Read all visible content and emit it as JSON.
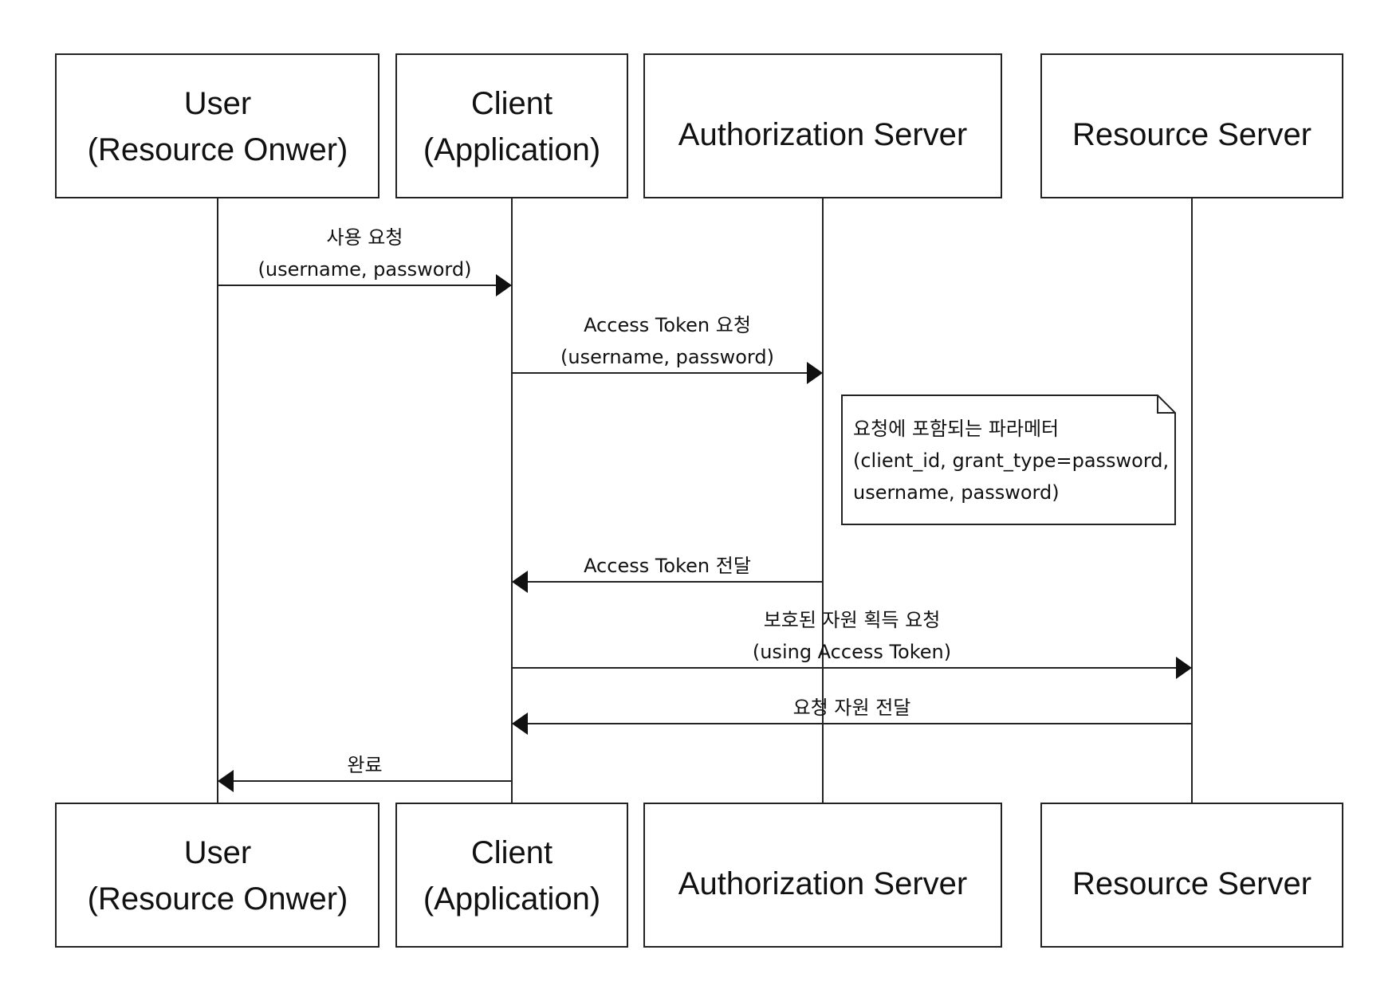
{
  "participants": [
    {
      "id": "user",
      "lines": [
        "User",
        "(Resource Onwer)"
      ]
    },
    {
      "id": "client",
      "lines": [
        "Client",
        "(Application)"
      ]
    },
    {
      "id": "authz",
      "lines": [
        "Authorization Server"
      ]
    },
    {
      "id": "resource",
      "lines": [
        "Resource Server"
      ]
    }
  ],
  "messages": [
    {
      "from": "user",
      "to": "client",
      "lines": [
        "사용 요청",
        "(username, password)"
      ]
    },
    {
      "from": "client",
      "to": "authz",
      "lines": [
        "Access Token 요청",
        "(username, password)"
      ]
    },
    {
      "from": "authz",
      "to": "client",
      "lines": [
        "Access Token 전달"
      ]
    },
    {
      "from": "client",
      "to": "resource",
      "lines": [
        "보호된 자원 획득 요청",
        "(using Access Token)"
      ]
    },
    {
      "from": "resource",
      "to": "client",
      "lines": [
        "요청 자원 전달"
      ]
    },
    {
      "from": "client",
      "to": "user",
      "lines": [
        "완료"
      ]
    }
  ],
  "note": {
    "lines": [
      "요청에 포함되는 파라메터",
      "(client_id, grant_type=password,",
      "username, password)"
    ]
  }
}
